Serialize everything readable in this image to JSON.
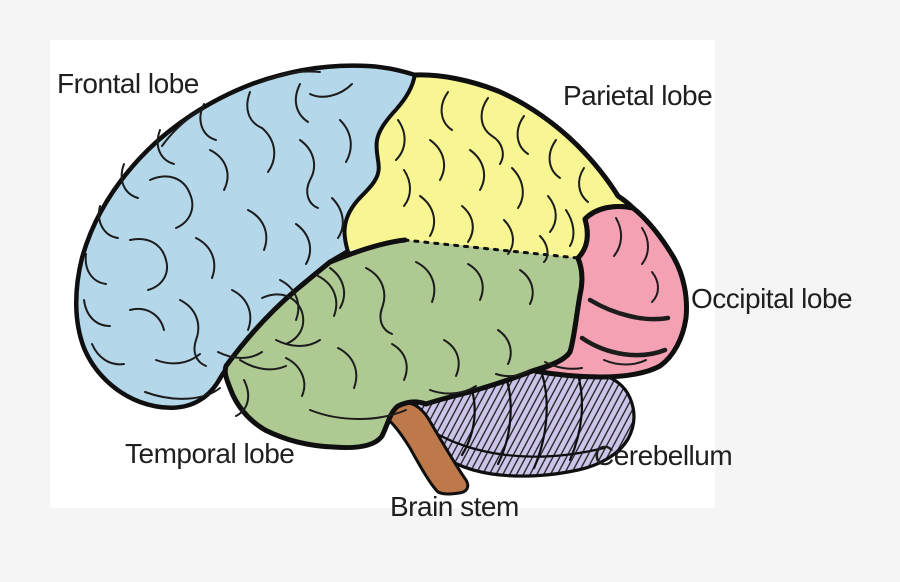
{
  "diagram": {
    "description": "Labeled diagram of the human brain, lateral view, with color-coded lobes",
    "labels": {
      "frontal": "Frontal lobe",
      "parietal": "Parietal lobe",
      "occipital": "Occipital lobe",
      "temporal": "Temporal lobe",
      "cerebellum": "Cerebellum",
      "brainstem": "Brain stem"
    },
    "colors": {
      "frontal_lobe": "#b5d7ea",
      "parietal_lobe": "#f8f593",
      "temporal_lobe": "#afc993",
      "occipital_lobe": "#f4a2b3",
      "cerebellum": "#ccc5e9",
      "brain_stem": "#bd7949",
      "outline": "#0f0f0f",
      "gyri_lines": "#1c1c1c",
      "canvas": "#ffffff",
      "page_background": "#f5f5f5",
      "label_text": "#1f1f1f"
    }
  }
}
